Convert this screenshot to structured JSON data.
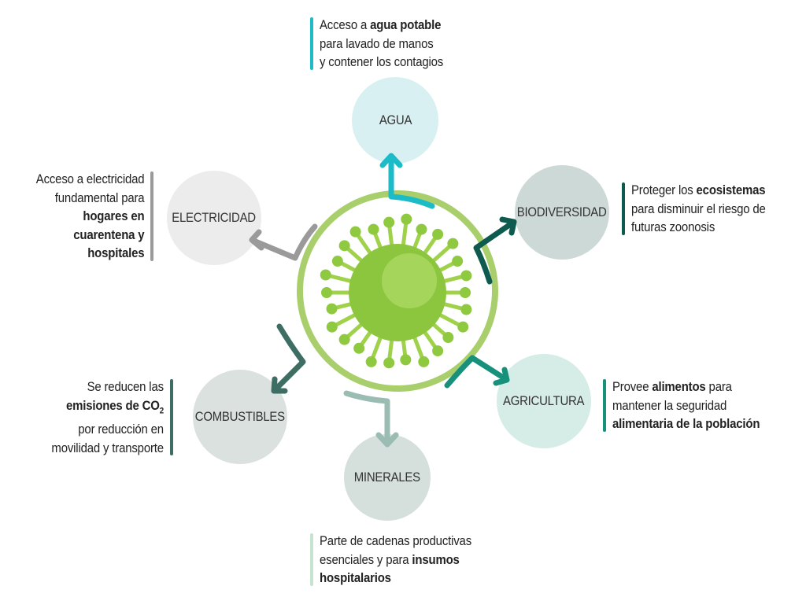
{
  "nodes": {
    "agua": {
      "label": "AGUA",
      "color": "#d9f0f2"
    },
    "biodiversidad": {
      "label": "BIODIVERSIDAD",
      "color": "#cdd9d6"
    },
    "electricidad": {
      "label": "ELECTRICIDAD",
      "color": "#ececec"
    },
    "agricultura": {
      "label": "AGRICULTURA",
      "color": "#d6ece6"
    },
    "combustibles": {
      "label": "COMBUSTIBLES",
      "color": "#dbe1df"
    },
    "minerales": {
      "label": "MINERALES",
      "color": "#d5dfdc"
    }
  },
  "notes": {
    "agua": {
      "color": "#1bbcc8",
      "l1a": "Acceso a ",
      "l1b": "agua potable",
      "l2": "para lavado de manos",
      "l3": "y contener los contagios"
    },
    "electricidad": {
      "color": "#9a9a9a",
      "l1": "Acceso a electricidad",
      "l2": "fundamental para",
      "l3": "hogares en",
      "l4": "cuarentena y",
      "l5": "hospitales"
    },
    "biodiversidad": {
      "color": "#0e5a4e",
      "l1a": "Proteger los ",
      "l1b": "ecosistemas",
      "l2": "para disminuir el riesgo de",
      "l3": "futuras zoonosis"
    },
    "agricultura": {
      "color": "#17907c",
      "l1a": "Provee ",
      "l1b": "alimentos",
      "l1c": " para",
      "l2": "mantener la seguridad",
      "l3": "alimentaria de la población"
    },
    "combustibles": {
      "color": "#3e6e63",
      "l1": "Se reducen las",
      "l2": "emisiones de CO",
      "l2sub": "2",
      "l3": "por reducción en",
      "l4": "movilidad y transporte"
    },
    "minerales": {
      "color": "#c6e3cf",
      "l1": "Parte de cadenas productivas",
      "l2a": "esenciales y para ",
      "l2b": "insumos",
      "l3": "hospitalarios"
    }
  },
  "center": {
    "ring_color": "#a8cf6c",
    "virus_color": "#8cc63f"
  },
  "arrows": {
    "agua": "#1bbcc8",
    "biodiversidad": "#0e5a4e",
    "electricidad": "#9a9a9a",
    "agricultura": "#17907c",
    "combustibles": "#3e6e63",
    "minerales": "#9bbcb2"
  }
}
